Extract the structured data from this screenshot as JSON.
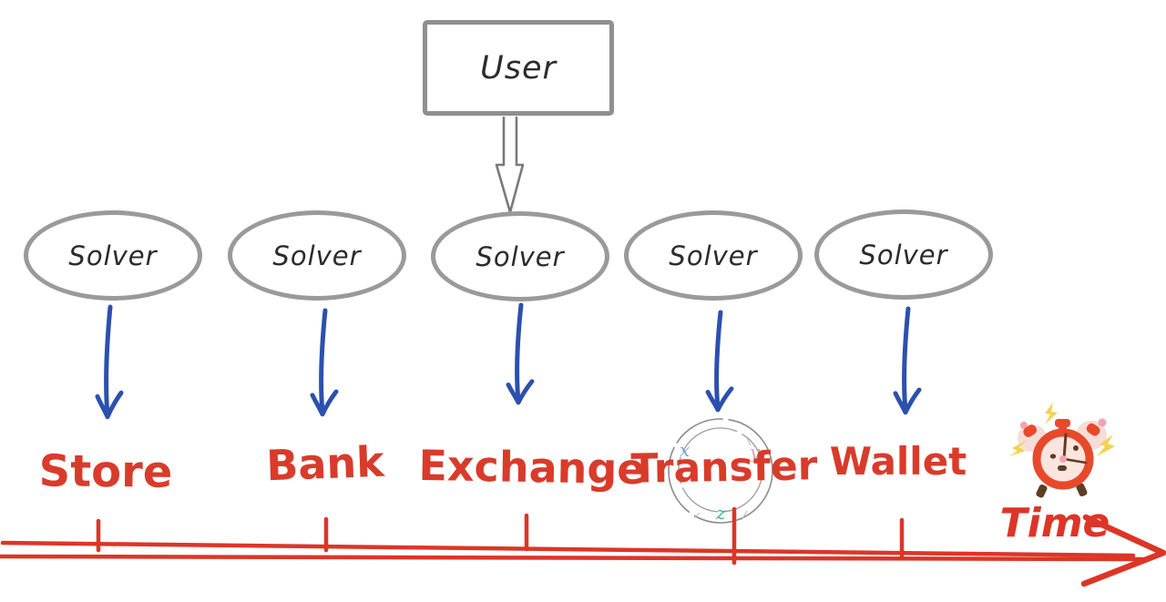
{
  "diagram": {
    "user_label": "User",
    "solvers": [
      {
        "label": "Solver",
        "target": "Store"
      },
      {
        "label": "Solver",
        "target": "Bank"
      },
      {
        "label": "Solver",
        "target": "Exchange"
      },
      {
        "label": "Solver",
        "target": "Transfer"
      },
      {
        "label": "Solver",
        "target": "Wallet"
      }
    ],
    "timeline_label": "Time",
    "watermark": {
      "letters": [
        "x",
        "y",
        "z"
      ]
    },
    "icons": {
      "user_to_solver_arrow": "hollow-down-arrow",
      "solver_to_target_arrow": "blue-down-arrow",
      "timeline_arrowhead": "right-arrowhead",
      "decoration": "alarm-clock"
    },
    "colors": {
      "sketch_gray": "#8f8f8f",
      "ink_black": "#2b2b2b",
      "arrow_blue": "#2b50ae",
      "marker_red": "#d93b2b",
      "timeline_red": "#dd3527",
      "watermark_gray": "#8c8c8c",
      "watermark_x_blue": "#7fa3cf",
      "watermark_y_pink": "#d4a3bd",
      "watermark_z_teal": "#3fae92",
      "clock_orange": "#e8492b",
      "clock_face_pink": "#fbe5de",
      "clock_brown": "#5f3c24",
      "spark_yellow": "#f2d34f",
      "blob_pink": "#f7dcd8"
    }
  }
}
